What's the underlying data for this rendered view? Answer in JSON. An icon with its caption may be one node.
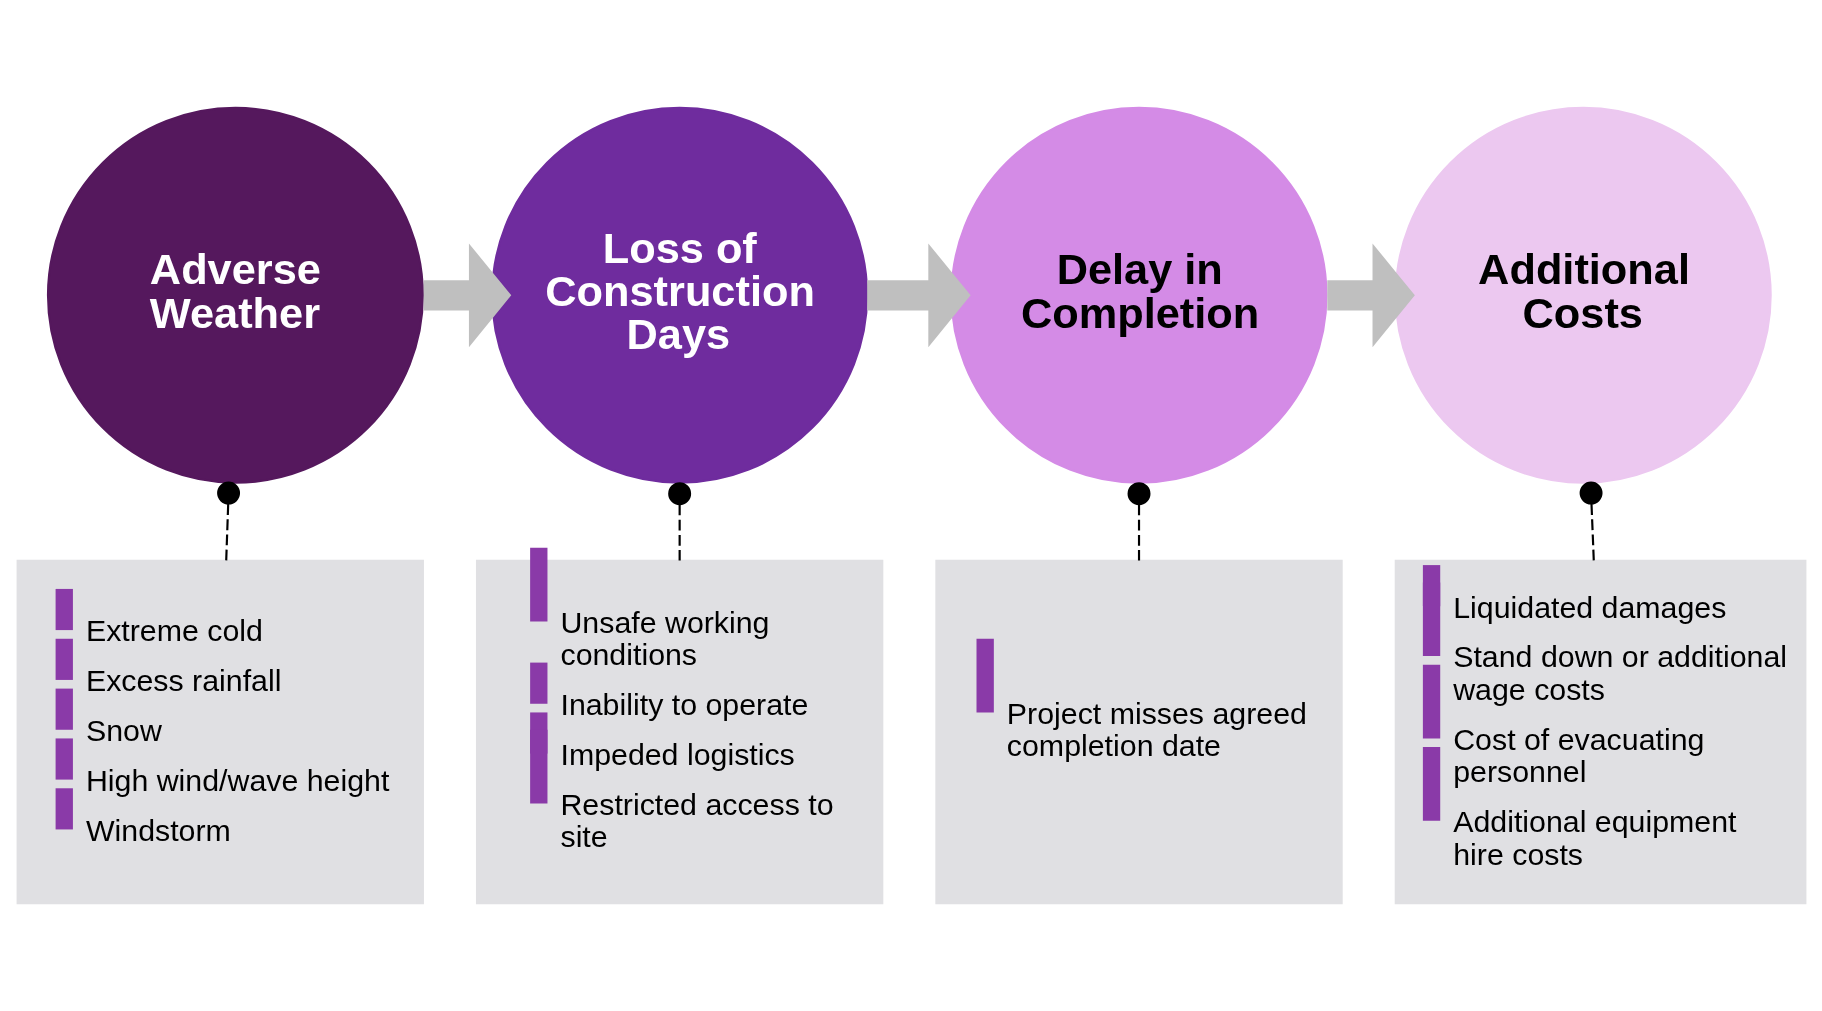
{
  "diagram": {
    "nodes": [
      {
        "text": [
          "Adverse Weather"
        ]
      },
      {
        "text": [
          "Loss of Construction Days"
        ]
      },
      {
        "text": [
          "Delay in Completion"
        ]
      },
      {
        "text": [
          "Additional Costs"
        ]
      },
      {
        "text": [
          "Extreme cold",
          "Excess rainfall",
          "Snow",
          "High wind/wave height",
          "Windstorm"
        ]
      },
      {
        "text": [
          "Unsafe working conditions",
          "Inability to operate",
          "Impeded logistics",
          "Restricted access to site"
        ]
      },
      {
        "text": [
          "Project misses agreed completion date"
        ]
      },
      {
        "text": [
          "Liquidated damages",
          "Stand down or additional wage costs",
          "Cost of evacuating personnel",
          "Additional equipment hire costs"
        ]
      }
    ],
    "edges": [
      {
        "from": 0,
        "to": 1,
        "arrow": "to",
        "style": "thick",
        "color": "#bfbfbf"
      },
      {
        "from": 1,
        "to": 2,
        "arrow": "to",
        "style": "thick",
        "color": "#bfbfbf"
      },
      {
        "from": 2,
        "to": 3,
        "arrow": "to",
        "style": "thick",
        "color": "#bfbfbf"
      },
      {
        "from": 0,
        "to": 4,
        "arrow": "other",
        "style": "dashed"
      },
      {
        "from": 1,
        "to": 5,
        "arrow": "other",
        "style": "dashed"
      },
      {
        "from": 2,
        "to": 6,
        "arrow": "other",
        "style": "dashed"
      },
      {
        "from": 3,
        "to": 7,
        "arrow": "other",
        "style": "dashed"
      }
    ]
  }
}
